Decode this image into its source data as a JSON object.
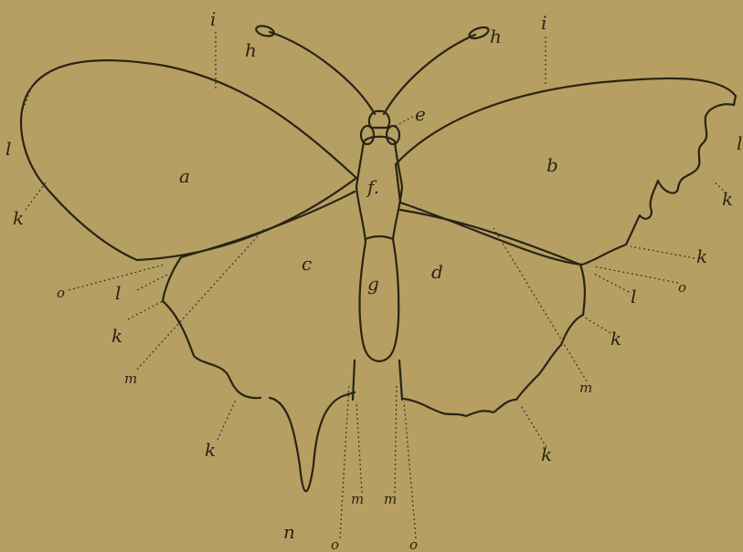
{
  "figure": {
    "palette": {
      "paper": "#b69f63",
      "ink": "#2a2414"
    },
    "labels": {
      "a": "a",
      "b": "b",
      "c": "c",
      "d": "d",
      "e": "e",
      "f": "f.",
      "g": "g",
      "h_left": "h",
      "h_right": "h",
      "i_left": "i",
      "i_right": "i",
      "k_1": "k",
      "k_2": "k",
      "k_3": "k",
      "k_4": "k",
      "k_5": "k",
      "k_6": "k",
      "k_7": "k",
      "l_1": "l",
      "l_2": "l",
      "l_3": "l",
      "l_4": "l",
      "m_1": "m",
      "m_2": "m",
      "m_3": "m",
      "m_4": "m",
      "n": "n",
      "o_1": "o",
      "o_2": "o",
      "o_3": "o",
      "o_4": "o"
    }
  }
}
